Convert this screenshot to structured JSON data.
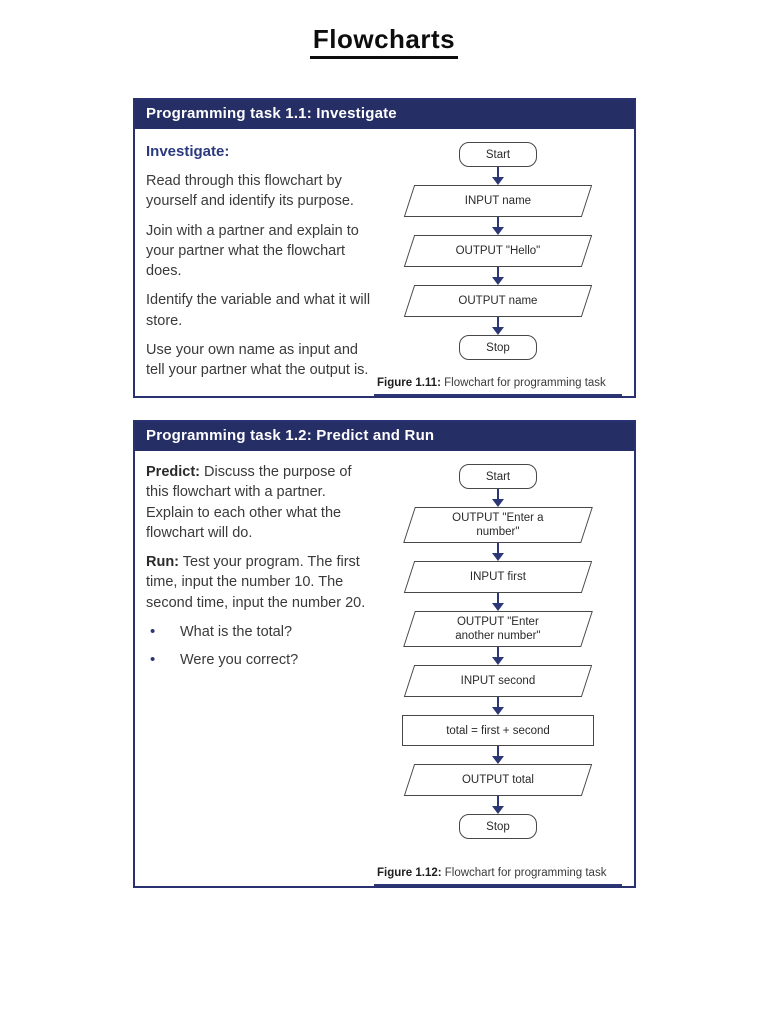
{
  "page": {
    "title": "Flowcharts"
  },
  "colors": {
    "navy_header": "#262e66",
    "navy_accent": "#2c3776",
    "body_text": "#3a3a3a",
    "shape_border": "#474747"
  },
  "sections": [
    {
      "header": "Programming task 1.1: Investigate",
      "lead": "Investigate:",
      "paragraphs": [
        "Read through this flowchart by yourself and identify its purpose.",
        "Join with a partner and explain to your partner what the flowchart does.",
        "Identify the variable and what it will store.",
        "Use your own name as input and tell your partner what the output is."
      ],
      "flowchart": {
        "nodes": [
          {
            "type": "terminator",
            "label": "Start"
          },
          {
            "type": "io",
            "label": "INPUT name"
          },
          {
            "type": "io",
            "label": "OUTPUT \"Hello\""
          },
          {
            "type": "io",
            "label": "OUTPUT name"
          },
          {
            "type": "terminator",
            "label": "Stop"
          }
        ]
      },
      "caption": {
        "bold": "Figure 1.11:",
        "text": " Flowchart for programming task"
      }
    },
    {
      "header": "Programming task 1.2: Predict and Run",
      "paragraphs": [
        {
          "bold": "Predict:",
          "text": " Discuss the purpose of this flowchart with a partner. Explain to each other what the flowchart will do."
        },
        {
          "bold": "Run:",
          "text": " Test your program. The first time, input the number 10. The second time, input the number 20."
        }
      ],
      "bullets": [
        "What is the total?",
        "Were you correct?"
      ],
      "bullet_glyph": "•",
      "flowchart": {
        "nodes": [
          {
            "type": "terminator",
            "label": "Start"
          },
          {
            "type": "io",
            "label": "OUTPUT \"Enter a number\""
          },
          {
            "type": "io",
            "label": "INPUT first"
          },
          {
            "type": "io",
            "label": "OUTPUT \"Enter another number\""
          },
          {
            "type": "io",
            "label": "INPUT second"
          },
          {
            "type": "process",
            "label": "total = first + second"
          },
          {
            "type": "io",
            "label": "OUTPUT total"
          },
          {
            "type": "terminator",
            "label": "Stop"
          }
        ]
      },
      "caption": {
        "bold": "Figure 1.12:",
        "text": " Flowchart for programming task"
      }
    }
  ]
}
